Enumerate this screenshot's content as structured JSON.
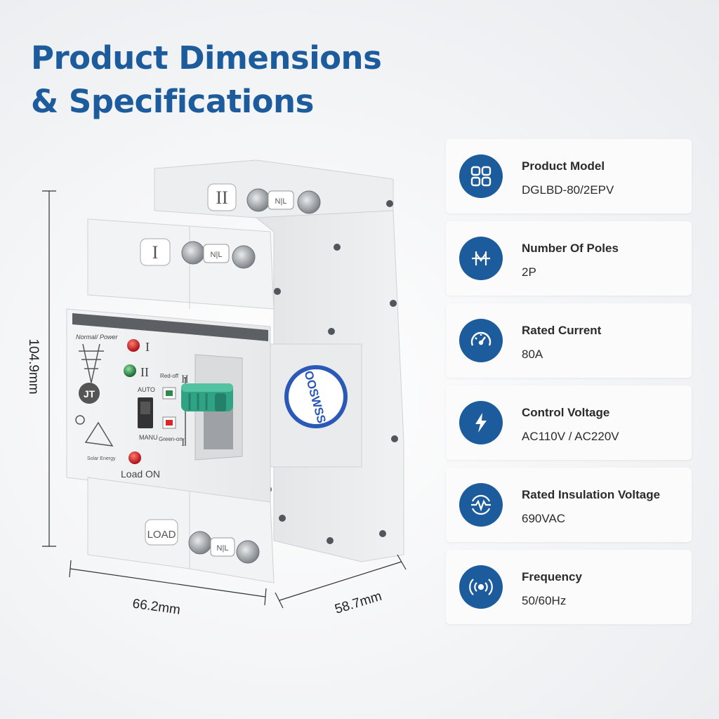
{
  "heading": {
    "line1": "Product Dimensions",
    "line2": "& Specifications"
  },
  "dimensions": {
    "height": "104.9mm",
    "width": "66.2mm",
    "depth": "58.7mm"
  },
  "device_labels": {
    "normal_power": "Normal/ Power",
    "source_one": "I",
    "source_two": "II",
    "auto": "AUTO",
    "manu": "MANU",
    "red_off": "Red-off",
    "green_on": "Green-on",
    "load_on": "Load ON",
    "solar_energy": "Solar Energy",
    "load_terminal": "LOAD",
    "nl": "N|L",
    "brand": "OOSWSS"
  },
  "specs": [
    {
      "label": "Product Model",
      "value": "DGLBD-80/2EPV",
      "icon": "grid-icon"
    },
    {
      "label": "Number Of Poles",
      "value": "2P",
      "icon": "poles-icon"
    },
    {
      "label": "Rated Current",
      "value": "80A",
      "icon": "gauge-icon"
    },
    {
      "label": "Control Voltage",
      "value": "AC110V / AC220V",
      "icon": "bolt-icon"
    },
    {
      "label": "Rated Insulation Voltage",
      "value": "690VAC",
      "icon": "waveform-icon"
    },
    {
      "label": "Frequency",
      "value": "50/60Hz",
      "icon": "signal-icon"
    }
  ],
  "colors": {
    "accent": "#1d5c9c",
    "handle": "#2fa383",
    "indicator_red": "#d8262a",
    "indicator_green": "#2e8a4a"
  }
}
